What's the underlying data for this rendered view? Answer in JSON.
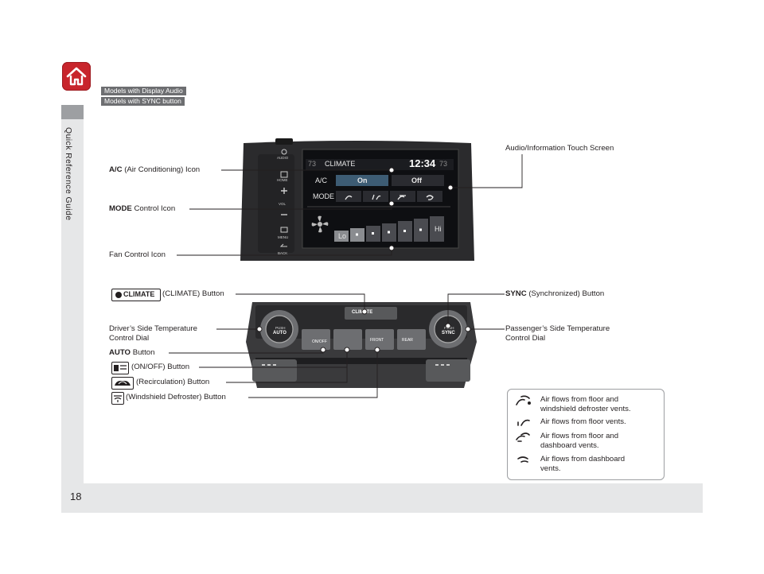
{
  "sidebar": {
    "section_title": "Quick Reference Guide"
  },
  "page": {
    "number": "18"
  },
  "tags": [
    "Models with Display Audio",
    "Models with SYNC button"
  ],
  "screen": {
    "temp_left": "73",
    "title": "CLIMATE",
    "time": "12:34",
    "temp_right": "73",
    "ac_label": "A/C",
    "on_label": "On",
    "off_label": "Off",
    "mode_label": "MODE",
    "fan_lo": "Lo",
    "fan_hi": "Hi",
    "fan_level": 0.3,
    "side_buttons": [
      "AUDIO",
      "HOME",
      "VOL",
      "MENU",
      "BACK"
    ]
  },
  "callouts": {
    "ac_icon_bold": "A/C",
    "ac_icon_rest": "(Air Conditioning) Icon",
    "mode_bold": "MODE",
    "mode_rest": "Control Icon",
    "fan": "Fan Control Icon",
    "touch_screen": "Audio/Information Touch Screen",
    "climate_button": "(CLIMATE) Button",
    "climate_key": "CLIMATE",
    "sync_bold": "SYNC",
    "sync_rest": "(Synchronized) Button",
    "driver_dial_1": "Driver’s Side Temperature",
    "driver_dial_2": "Control Dial",
    "passenger_dial_1": "Passenger’s Side Temperature",
    "passenger_dial_2": "Control Dial",
    "auto_bold": "AUTO",
    "auto_rest": "Button",
    "onoff": "(ON/OFF) Button",
    "recirc": "(Recirculation) Button",
    "windshield": "(Windshield Defroster) Button"
  },
  "panel": {
    "climate_btn": "CLIMATE",
    "auto_push": "PUSH",
    "auto_label": "AUTO",
    "sync_push": "PUSH",
    "sync_label": "SYNC",
    "onoff_label": "ON/OFF",
    "front_label": "FRONT",
    "rear_label": "REAR"
  },
  "legend": [
    {
      "icon": "floor-windshield-icon",
      "line1": "Air flows from floor and",
      "line2": "windshield defroster vents."
    },
    {
      "icon": "floor-icon",
      "line1": "Air flows from floor vents.",
      "line2": ""
    },
    {
      "icon": "floor-dashboard-icon",
      "line1": "Air flows from floor and",
      "line2": "dashboard vents."
    },
    {
      "icon": "dashboard-icon",
      "line1": "Air flows from dashboard",
      "line2": "vents."
    }
  ],
  "colors": {
    "home_red": "#c8252c",
    "tag_gray": "#6d6e71",
    "sidebar_gray": "#e6e7e8"
  }
}
